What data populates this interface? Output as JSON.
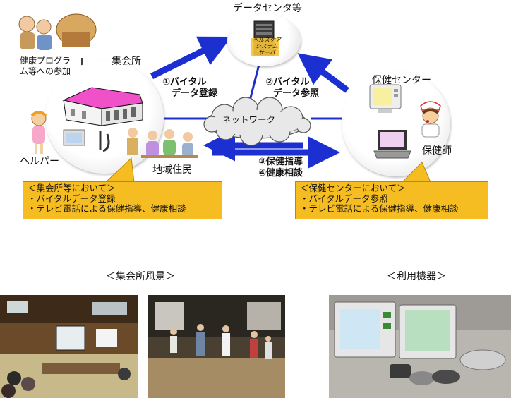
{
  "nodes": {
    "data_center": "データセンタ等",
    "server_label_1": "ヘルスケア",
    "server_label_2": "システム",
    "server_label_3": "サーバ",
    "meeting_hall": "集会所",
    "health_center": "保健センター",
    "network": "ネットワーク",
    "helper": "ヘルパー",
    "residents": "地域住民",
    "nurse": "保健師",
    "program_line1": "健康プログラ",
    "program_line2": "ム等への参加"
  },
  "flows": {
    "vital_register_1": "①バイタル",
    "vital_register_2": "データ登録",
    "vital_reference_1": "②バイタル",
    "vital_reference_2": "データ参照",
    "guidance": "③保健指導",
    "consult": "④健康相談"
  },
  "callouts": {
    "left": {
      "title": "＜集会所等において＞",
      "line1": "・バイタルデータ登録",
      "line2": "・テレビ電話による保健指導、健康相談"
    },
    "right": {
      "title": "＜保健センターにおいて＞",
      "line1": "・バイタルデータ参照",
      "line2": "・テレビ電話による保健指導、健康相談"
    }
  },
  "captions": {
    "hall_scenes": "＜集会所風景＞",
    "devices": "＜利用機器＞"
  },
  "colors": {
    "arrow_blue": "#1c2fd1",
    "callout_orange": "#f6bd22",
    "roof_pink": "#f050c8"
  }
}
